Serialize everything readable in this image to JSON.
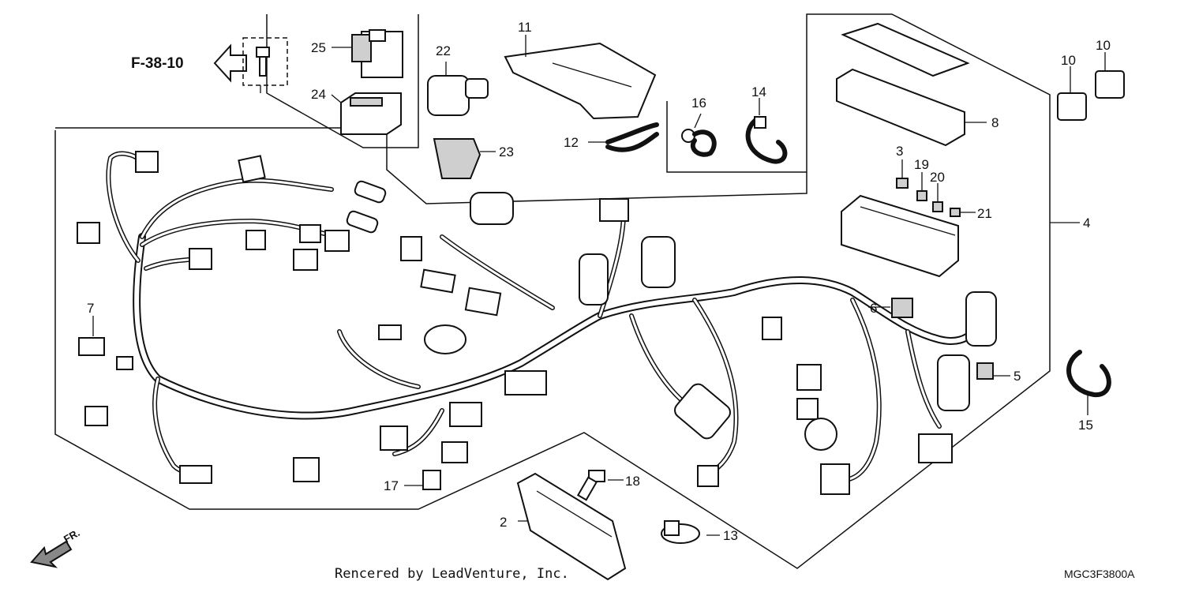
{
  "diagram": {
    "reference_label": "F-38-10",
    "callouts": [
      "2",
      "3",
      "4",
      "5",
      "6",
      "7",
      "8",
      "10",
      "10",
      "11",
      "12",
      "13",
      "14",
      "15",
      "16",
      "17",
      "18",
      "19",
      "20",
      "21",
      "22",
      "23",
      "24",
      "25"
    ],
    "credit": "Rencered by LeadVenture, Inc.",
    "diagram_code": "MGC3F3800A",
    "direction_label": "FR."
  }
}
